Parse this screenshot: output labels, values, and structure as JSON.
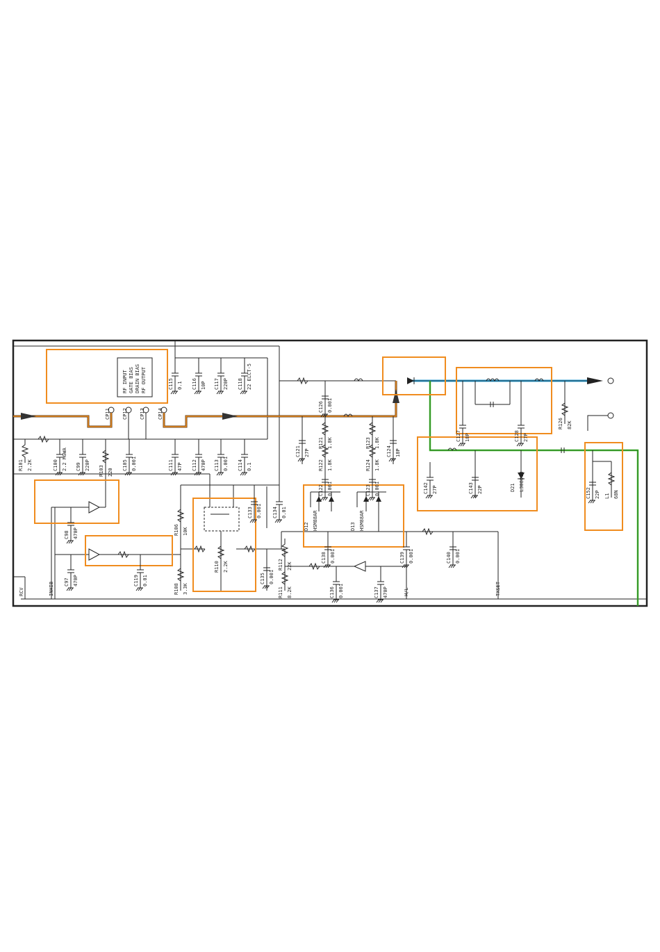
{
  "module": {
    "pins": [
      "RF INPUT",
      "GATE BIAS",
      "DRAIN BIAS",
      "RF OUTPUT"
    ],
    "cps": [
      "CP11",
      "CP12",
      "CP13",
      "CP14"
    ]
  },
  "top_row": [
    {
      "ref": "C115",
      "val": "0.1"
    },
    {
      "ref": "C116",
      "val": "10P"
    },
    {
      "ref": "C117",
      "val": "220P"
    },
    {
      "ref": "C118",
      "val": "22 ELCT-5"
    }
  ],
  "lower_row": [
    {
      "ref": "R101",
      "val": "2.2K"
    },
    {
      "ref": "C100",
      "val": "2.2 MGWA"
    },
    {
      "ref": "C99",
      "val": "220P"
    },
    {
      "ref": "R103",
      "val": "220"
    },
    {
      "ref": "C105",
      "val": "0.001"
    },
    {
      "ref": "C111",
      "val": "47P"
    },
    {
      "ref": "C112",
      "val": "470P"
    },
    {
      "ref": "C113",
      "val": "0.001"
    },
    {
      "ref": "C114",
      "val": "0.1"
    }
  ],
  "mid_row": [
    {
      "ref": "C126",
      "val": "0.001"
    },
    {
      "ref": "C121",
      "val": "27P"
    },
    {
      "ref": "R121",
      "val": "1.8K"
    },
    {
      "ref": "R122",
      "val": "1.8K"
    },
    {
      "ref": "R123",
      "val": "1.8K"
    },
    {
      "ref": "R124",
      "val": "1.8K"
    },
    {
      "ref": "C124",
      "val": "18P"
    },
    {
      "ref": "C122",
      "val": "0.001"
    },
    {
      "ref": "C123",
      "val": "0.001"
    },
    {
      "ref": "D12",
      "val": "HSM88AR"
    },
    {
      "ref": "D13",
      "val": "HSM88AR"
    }
  ],
  "right_filter": [
    {
      "ref": "C127",
      "val": "18P"
    },
    {
      "ref": "C128",
      "val": "27P"
    },
    {
      "ref": "R126",
      "val": "82K"
    },
    {
      "ref": "C142",
      "val": "27P"
    },
    {
      "ref": "C143",
      "val": "22P"
    },
    {
      "ref": "D21",
      "val": "L3080CB"
    },
    {
      "ref": "C152",
      "val": "22P"
    },
    {
      "ref": "L1",
      "val": "68N"
    }
  ],
  "bottom_left": [
    {
      "ref": "C98",
      "val": "470P"
    },
    {
      "ref": "C97",
      "val": "470P"
    },
    {
      "ref": "C119",
      "val": "0.01"
    },
    {
      "ref": "R106",
      "val": "10K"
    },
    {
      "ref": "R108",
      "val": "3.3K"
    },
    {
      "ref": "R110",
      "val": "2.2K"
    },
    {
      "ref": "C133",
      "val": "0.001"
    },
    {
      "ref": "C134",
      "val": "0.01"
    },
    {
      "ref": "C135",
      "val": "0.001"
    }
  ],
  "bottom_right": [
    {
      "ref": "R111",
      "val": "8.2K"
    },
    {
      "ref": "R112",
      "val": "22K"
    },
    {
      "ref": "C138",
      "val": "0.001"
    },
    {
      "ref": "C139",
      "val": "0.001"
    },
    {
      "ref": "C136",
      "val": "0.001"
    },
    {
      "ref": "C137",
      "val": "470P"
    },
    {
      "ref": "C140",
      "val": "0.001"
    }
  ],
  "bus_labels": [
    "RCV",
    "INHIB",
    "H/L",
    "TXSET"
  ],
  "colors": {
    "highlight": "#f08c1e",
    "rf_path": "#f08c1e",
    "tx_path": "#2a9fd6",
    "aux_path": "#3cbf2a",
    "ink": "#222222"
  }
}
